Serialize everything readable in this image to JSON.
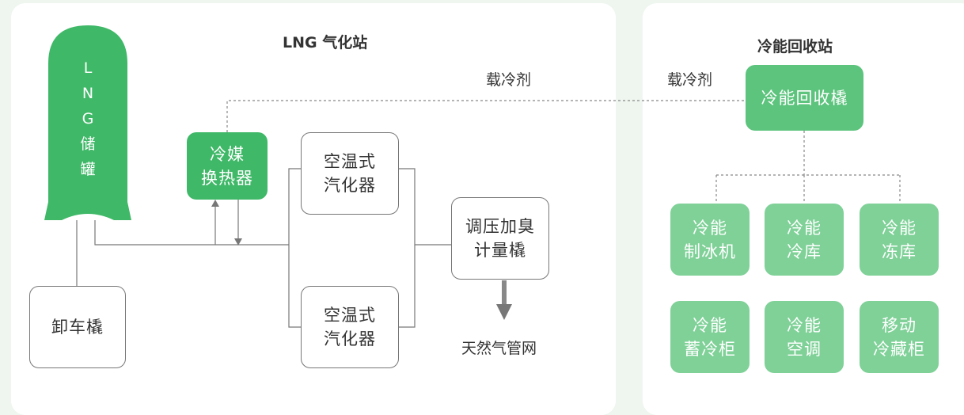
{
  "panels": {
    "lng_station": {
      "title": "LNG 气化站"
    },
    "cold_station": {
      "title": "冷能回收站"
    }
  },
  "labels": {
    "refrigerant_left": "载冷剂",
    "refrigerant_right": "载冷剂",
    "gas_network": "天然气管网"
  },
  "nodes": {
    "lng_tank": [
      "L",
      "N",
      "G",
      "储",
      "罐"
    ],
    "unloading_skid": [
      "卸车橇"
    ],
    "refrigerant_heat_exchanger": [
      "冷媒",
      "换热器"
    ],
    "ambient_vaporizer_top": [
      "空温式",
      "汽化器"
    ],
    "ambient_vaporizer_bottom": [
      "空温式",
      "汽化器"
    ],
    "regulating_skid": [
      "调压加臭",
      "计量橇"
    ],
    "cold_recovery_skid": [
      "冷能回收橇"
    ],
    "cold_ice_maker": [
      "冷能",
      "制冰机"
    ],
    "cold_storage": [
      "冷能",
      "冷库"
    ],
    "freezer_storage": [
      "冷能",
      "冻库"
    ],
    "cold_storage_cabinet": [
      "冷能",
      "蓄冷柜"
    ],
    "cold_air_conditioning": [
      "冷能",
      "空调"
    ],
    "mobile_cold_cabinet": [
      "移动",
      "冷藏柜"
    ]
  },
  "colors": {
    "tank_green": "#3fb868",
    "recovery_green": "#5cc47d",
    "application_green": "#7fd198",
    "line_gray": "#777777",
    "background": "#eef6ef"
  }
}
